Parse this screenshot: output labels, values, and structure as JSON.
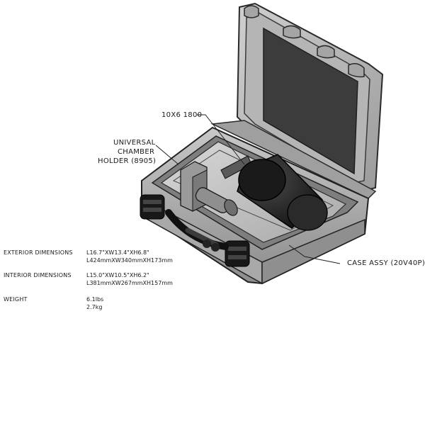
{
  "callouts": {
    "tube": "10X6 1800",
    "holder_line1": "UNIVERSAL",
    "holder_line2": "CHAMBER",
    "holder_line3": "HOLDER (8905)",
    "case": "CASE ASSY (20V40P)"
  },
  "specs": [
    {
      "label": "EXTERIOR DIMENSIONS",
      "imperial": "L16.7\"XW13.4\"XH6.8\"",
      "metric": "L424mmXW340mmXH173mm"
    },
    {
      "label": "INTERIOR DIMENSIONS",
      "imperial": "L15.0\"XW10.5\"XH6.2\"",
      "metric": "L381mmXW267mmXH157mm"
    },
    {
      "label": "WEIGHT",
      "imperial": "6.1lbs",
      "metric": "2.7kg"
    }
  ]
}
